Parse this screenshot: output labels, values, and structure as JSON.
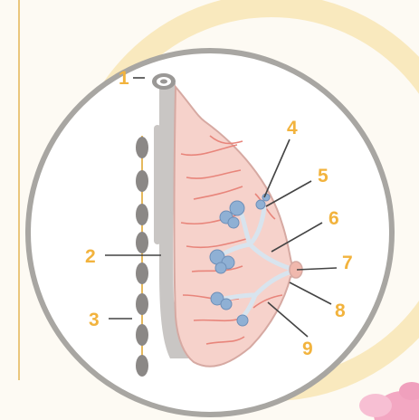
{
  "colors": {
    "background": "#fdfaf3",
    "glow_ring": "#f8e7b8",
    "frame_ring": "#a8a6a2",
    "frame_line": "#e5b95e",
    "label": "#f2b33d",
    "breast_fill": "#f6d2cb",
    "breast_outline": "#d6a9a2",
    "vessels": "#e8857b",
    "ducts": "#d8e4ee",
    "lobules": "#8fb0d4",
    "chest_wall": "#c9c6c4",
    "ribs": "#8b8886",
    "flower": "#f3a7c2"
  },
  "icons": {
    "flower": "pink-flower-icon"
  },
  "labels": [
    {
      "id": "1",
      "text": "1"
    },
    {
      "id": "2",
      "text": "2"
    },
    {
      "id": "3",
      "text": "3"
    },
    {
      "id": "4",
      "text": "4"
    },
    {
      "id": "5",
      "text": "5"
    },
    {
      "id": "6",
      "text": "6"
    },
    {
      "id": "7",
      "text": "7"
    },
    {
      "id": "8",
      "text": "8"
    },
    {
      "id": "9",
      "text": "9"
    }
  ]
}
